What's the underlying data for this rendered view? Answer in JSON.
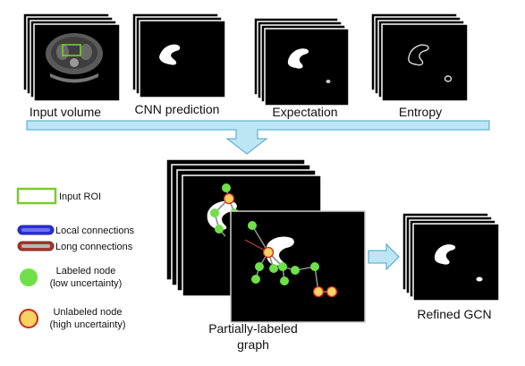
{
  "stacks": {
    "input_volume": {
      "label": "Input volume"
    },
    "cnn_prediction": {
      "label": "CNN prediction"
    },
    "expectation": {
      "label": "Expectation"
    },
    "entropy": {
      "label": "Entropy"
    },
    "refined": {
      "label": "Refined GCN"
    }
  },
  "graph": {
    "label_line1": "Partially-labeled",
    "label_line2": "graph"
  },
  "legend": {
    "input_roi": "Input ROI",
    "local_connections": "Local connections",
    "long_connections": "Long connections",
    "labeled_node_line1": "Labeled node",
    "labeled_node_line2": "(low uncertainty)",
    "unlabeled_node_line1": "Unlabeled node",
    "unlabeled_node_line2": "(high uncertainty)"
  },
  "colors": {
    "arrow_fill": "#bde6f5",
    "arrow_stroke": "#4aa3c8",
    "roi_green": "#7acc2a",
    "labeled_node": "#6fe04a",
    "unlabeled_fill": "#f8d262",
    "unlabeled_ring": "#cc2a1a",
    "local_conn": "#2a2fd0",
    "long_conn": "#a3392a",
    "edge_gray": "#8c8c8c"
  },
  "icons": {
    "arrow_down": "big-down-arrow",
    "arrow_right": "right-arrow"
  }
}
